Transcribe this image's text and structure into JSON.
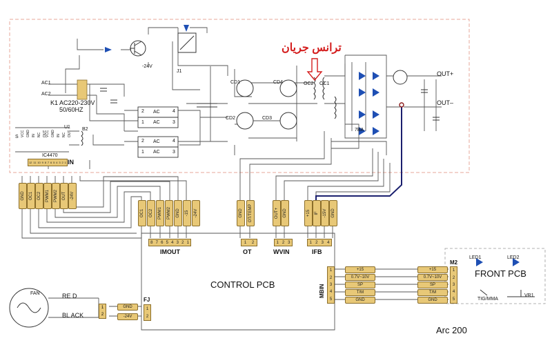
{
  "annotation": {
    "text": "ترانس جریان",
    "color": "#d41d1d"
  },
  "colors": {
    "wire": "#555555",
    "connector": "#e8c877",
    "connector_edge": "#8a6d2a",
    "diode": "#1e4fb4",
    "blue_wire": "#1a1f6e",
    "border": "#e7a79a"
  },
  "power": {
    "ac1": "AC1",
    "ac2": "AC2",
    "k1": "K1 AC220-230V",
    "freq": "50/60HZ",
    "v24": "-24V",
    "k1tag": "J1"
  },
  "chips": {
    "ac": "AC",
    "pin1": "1",
    "pin2": "2",
    "pin3": "3",
    "pin4": "4"
  },
  "mosfets": {
    "q1": "CD1",
    "q2": "CD2",
    "q3": "CD3",
    "q4": "CD4"
  },
  "transformer": {
    "oc1": "OC1",
    "oc2": "OC2",
    "cur": "7BA"
  },
  "outputs": {
    "plus": "OUT+",
    "minus": "OUT–"
  },
  "in_block": {
    "title": "IN",
    "chip": "IC4470",
    "pins": [
      "12",
      "11",
      "10",
      "9",
      "8",
      "7",
      "6",
      "5",
      "4",
      "3",
      "2",
      "1"
    ]
  },
  "supply": {
    "s": "S",
    "pins": [
      "VCC",
      "GND",
      "IN",
      "NC",
      "OUT"
    ],
    "b2": "B2",
    "u": "U1"
  },
  "in_connectors": [
    "GND",
    "OC1",
    "OC2",
    "PWM1",
    "PWM2",
    "OUT",
    "-24V"
  ],
  "imout_connectors": [
    "OC1",
    "OC2",
    "PWM1",
    "PWM2",
    "GND",
    "-15",
    "-24V"
  ],
  "ot_connectors": [
    "GND",
    "OT/TEMP"
  ],
  "wvin_connectors": [
    "OUT+",
    "GND"
  ],
  "ifb_connectors": [
    "+15",
    "IF",
    "-15V",
    "GND"
  ],
  "headers": {
    "imout": {
      "label": "IMOUT",
      "pins": [
        "8",
        "7",
        "6",
        "5",
        "4",
        "3",
        "2",
        "1"
      ]
    },
    "ot": {
      "label": "OT",
      "pins": [
        "1",
        "2"
      ]
    },
    "wvin": {
      "label": "WVIN",
      "pins": [
        "1",
        "2",
        "3"
      ]
    },
    "ifb": {
      "label": "IFB",
      "pins": [
        "1",
        "2",
        "3",
        "4"
      ]
    },
    "mbin": {
      "label": "MBIN",
      "pins": [
        "1",
        "2",
        "3",
        "4",
        "5"
      ]
    },
    "fj": {
      "label": "FJ",
      "pins": [
        "1",
        "2"
      ]
    },
    "m2": {
      "label": "M2",
      "pins": [
        "1",
        "2",
        "3",
        "4",
        "5"
      ]
    }
  },
  "control_pcb": "CONTROL PCB",
  "front_pcb": {
    "title": "FRONT PCB",
    "led1": "LED1",
    "led2": "LED2",
    "tig": "TIG/MMA",
    "vr1": "VR1"
  },
  "link_rows": {
    "left": [
      "+15",
      "0.7V~10V",
      "SP",
      "T/M",
      "GND"
    ],
    "right": [
      "+15",
      "0.7V~10V",
      "SP",
      "T/M",
      "GND"
    ]
  },
  "fan": {
    "label": "FAN",
    "red": "RE D",
    "black": "BL ACK",
    "gnd": "GND",
    "v24": "-24V",
    "pin1": "1",
    "pin2": "2"
  },
  "model": "Arc 200"
}
